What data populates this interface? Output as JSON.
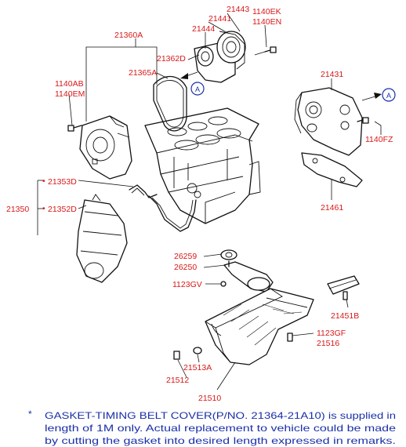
{
  "labels": {
    "p21443": "21443",
    "p21441": "21441",
    "p21444": "21444",
    "p1140EK": "1140EK",
    "p1140EN": "1140EN",
    "p21360A": "21360A",
    "p21362D": "21362D",
    "p21365A": "21365A",
    "p1140AB": "1140AB",
    "p1140EM": "1140EM",
    "p21431": "21431",
    "p1140FZ": "1140FZ",
    "p21353D": "21353D",
    "p21350": "21350",
    "p21352D": "21352D",
    "p21461": "21461",
    "p26259": "26259",
    "p26250": "26250",
    "p1123GV": "1123GV",
    "p21451B": "21451B",
    "p1123GF": "1123GF",
    "p21516": "21516",
    "p21513A": "21513A",
    "p21512": "21512",
    "p21510": "21510"
  },
  "refs": {
    "a1": "A",
    "a2": "A"
  },
  "note": {
    "marker": "*",
    "line1": "GASKET-TIMING BELT COVER(P/NO. 21364-21A10) is supplied in",
    "line2": "length of 1M only. Actual replacement to vehicle could be made",
    "line3": "by cutting the gasket into desired length expressed in remarks."
  },
  "colors": {
    "label": "#d81818",
    "note": "#1a2fa8",
    "line": "#111111"
  }
}
